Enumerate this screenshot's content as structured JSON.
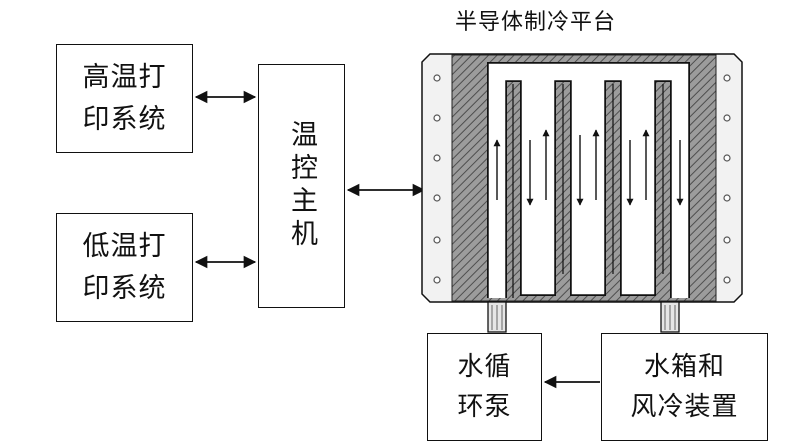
{
  "title": "半导体制冷平台",
  "boxes": {
    "high_temp_print": "高温打\n印系统",
    "low_temp_print": "低温打\n印系统",
    "temp_controller": "温控主机",
    "water_pump": "水循\n环泵",
    "tank_cooling": "水箱和\n风冷装置"
  }
}
